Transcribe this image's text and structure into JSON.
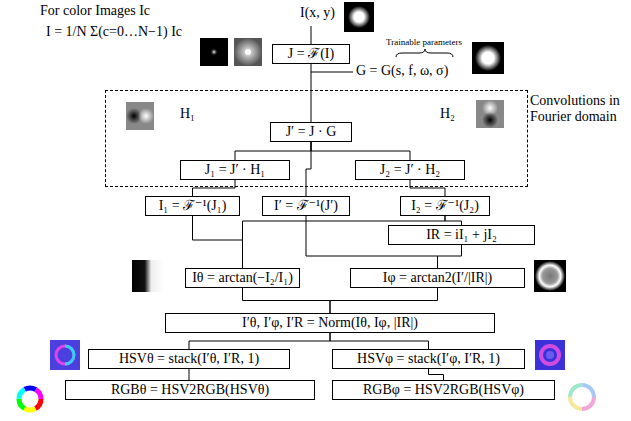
{
  "diagram": {
    "nodes": [
      {
        "text": [
          "J = ℱ(I)"
        ]
      },
      {
        "text": [
          "Convolutions in Fourier domain"
        ]
      },
      {
        "text": [
          "J′ = J · G"
        ],
        "in": 1
      },
      {
        "text": [
          "J₁ = J′ · H₁"
        ],
        "in": 1
      },
      {
        "text": [
          "J₂ = J′ · H₂"
        ],
        "in": 1
      },
      {
        "text": [
          "I₁ = ℱ⁻¹(J₁)"
        ]
      },
      {
        "text": [
          "I′ = ℱ⁻¹(J′)"
        ]
      },
      {
        "text": [
          "I₂ = ℱ⁻¹(J₂)"
        ]
      },
      {
        "text": [
          "IR = iI₁ + jI₂"
        ]
      },
      {
        "text": [
          "Iθ = arctan(−I₂/I₁)"
        ]
      },
      {
        "text": [
          "Iφ = arctan2(I′/|IR|)"
        ]
      },
      {
        "text": [
          "I′θ, I′φ, I′R = Norm(Iθ, Iφ, |IR|)"
        ]
      },
      {
        "text": [
          "HSVθ = stack(I′θ, I′R, 1)"
        ]
      },
      {
        "text": [
          "HSVφ = stack(I′φ, I′R, 1)"
        ]
      },
      {
        "text": [
          "RGBθ = HSV2RGB(HSVθ)"
        ]
      },
      {
        "text": [
          "RGBφ = HSV2RGB(HSVφ)"
        ]
      }
    ],
    "edges": [
      {
        "from": 0,
        "to": 2,
        "arrow": "none"
      },
      {
        "from": 2,
        "to": 3,
        "arrow": "none"
      },
      {
        "from": 2,
        "to": 4,
        "arrow": "none"
      },
      {
        "from": 2,
        "to": 6,
        "arrow": "none"
      },
      {
        "from": 3,
        "to": 5,
        "arrow": "none"
      },
      {
        "from": 4,
        "to": 7,
        "arrow": "none"
      },
      {
        "from": 5,
        "to": 9,
        "arrow": "none"
      },
      {
        "from": 7,
        "to": 9,
        "arrow": "none"
      },
      {
        "from": 7,
        "to": 8,
        "arrow": "none"
      },
      {
        "from": 6,
        "to": 10,
        "arrow": "none"
      },
      {
        "from": 8,
        "to": 10,
        "arrow": "none"
      },
      {
        "from": 9,
        "to": 11,
        "arrow": "none"
      },
      {
        "from": 10,
        "to": 11,
        "arrow": "none"
      },
      {
        "from": 11,
        "to": 12,
        "arrow": "none"
      },
      {
        "from": 11,
        "to": 13,
        "arrow": "none"
      },
      {
        "from": 12,
        "to": 14,
        "arrow": "none"
      },
      {
        "from": 13,
        "to": 15,
        "arrow": "none"
      }
    ],
    "labels": [
      "For color Images Ic",
      "I = 1/N Σ(c=0…N−1) Ic",
      "I(x, y)",
      "Trainable parameters",
      "G = G(s, f, ω, σ)",
      "H₁",
      "H₂"
    ]
  }
}
